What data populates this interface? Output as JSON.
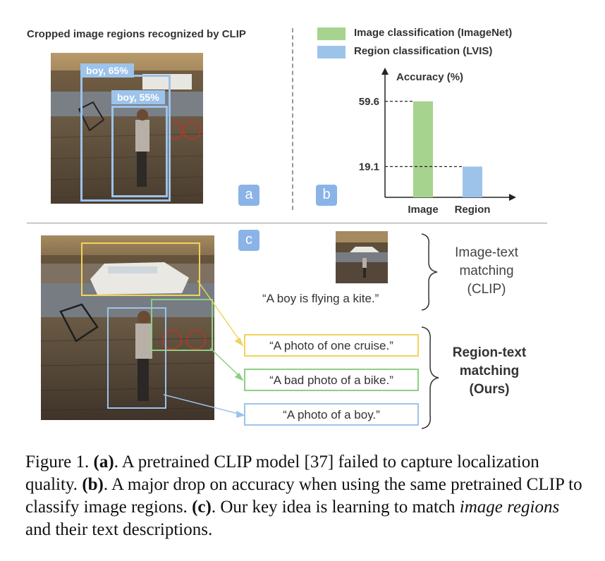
{
  "panel_a": {
    "title": "Cropped image regions recognized by CLIP",
    "tag1": "boy, 65%",
    "tag2": "boy, 55%",
    "badge": "a"
  },
  "panel_b": {
    "badge": "b",
    "legend": [
      {
        "label": "Image classification (ImageNet)",
        "color": "#a6d38d"
      },
      {
        "label": "Region classification (LVIS)",
        "color": "#9dc3ea"
      }
    ]
  },
  "chart_data": {
    "type": "bar",
    "ylabel": "Accuracy (%)",
    "categories": [
      "Image",
      "Region"
    ],
    "values": [
      59.6,
      19.1
    ],
    "value_labels": [
      "59.6",
      "19.1"
    ],
    "colors": [
      "#a6d38d",
      "#9dc3ea"
    ],
    "ylim": [
      0,
      70
    ]
  },
  "panel_c": {
    "badge": "c",
    "clip_caption": "“A boy is flying a kite.”",
    "clip_label_lines": [
      "Image-text",
      "matching",
      "(CLIP)"
    ],
    "ours_label_lines": [
      "Region-text",
      "matching",
      "(Ours)"
    ],
    "region_texts": [
      {
        "text": "“A photo of one cruise.”",
        "color": "#f2d35a"
      },
      {
        "text": "“A bad photo of a bike.”",
        "color": "#8fce86"
      },
      {
        "text": "“A photo of a boy.”",
        "color": "#9dc3ea"
      }
    ]
  },
  "caption": {
    "label": "Figure 1.",
    "a_tag": "(a)",
    "a_text": ". A pretrained CLIP model [37] failed to capture localization quality.",
    "b_tag": "(b)",
    "b_text": ". A major drop on accuracy when using the same pretrained CLIP to classify image regions.",
    "c_tag": "(c)",
    "c_text_1": ". Our key idea is learning to match",
    "c_italic": "image regions",
    "c_text_2": "and their text descriptions."
  }
}
